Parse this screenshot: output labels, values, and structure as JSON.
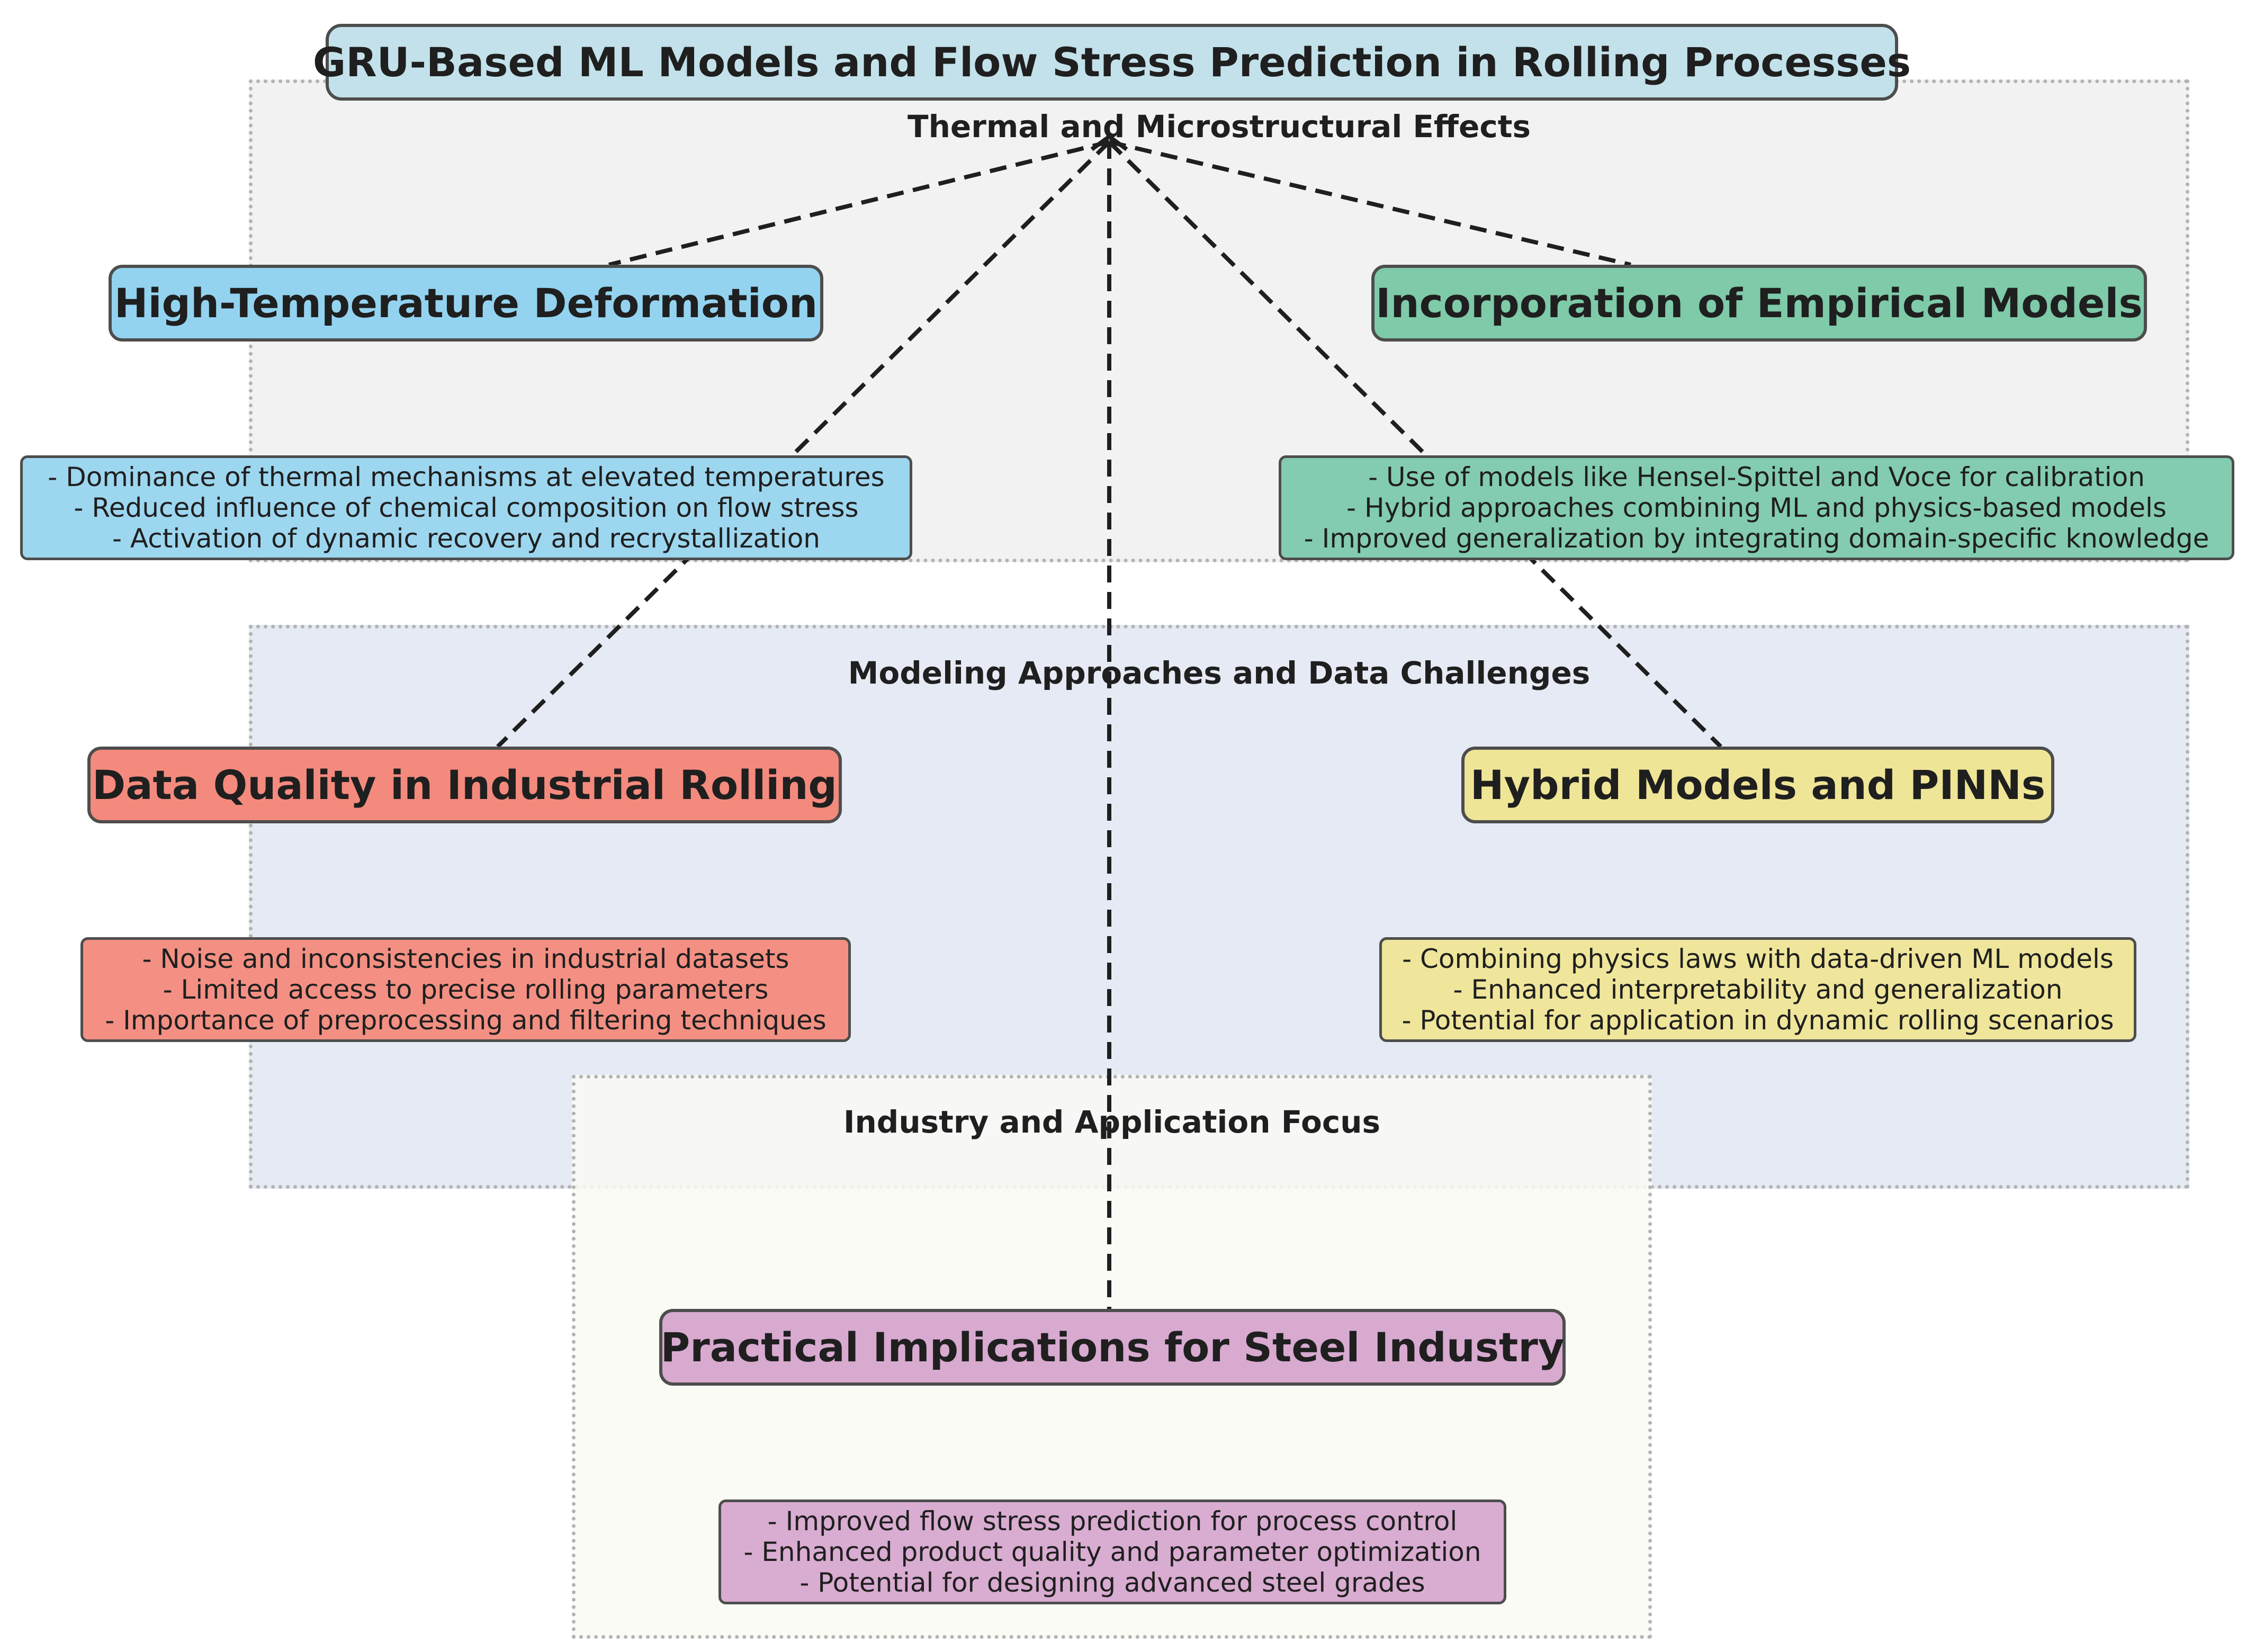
{
  "title": "GRU-Based ML Models and Flow Stress Prediction in Rolling Processes",
  "colors": {
    "title_fill": "#c3e1ea",
    "thermal_group_fill": "#f2f2f2",
    "modeling_group_fill": "#e5eaf4",
    "industry_group_fill": "#fafaf4",
    "high_temp": "#93d3f0",
    "empirical": "#7ecaa9",
    "data_quality": "#f48a7d",
    "hybrid": "#efe596",
    "practical": "#d8aad0"
  },
  "groups": {
    "thermal": "Thermal and Microstructural Effects",
    "modeling": "Modeling Approaches and Data Challenges",
    "industry": "Industry and Application Focus"
  },
  "nodes": {
    "high_temp": {
      "title": "High-Temperature Deformation",
      "details": [
        "- Dominance of thermal mechanisms at elevated temperatures",
        "- Reduced influence of chemical composition on flow stress",
        "- Activation of dynamic recovery and recrystallization"
      ]
    },
    "empirical": {
      "title": "Incorporation of Empirical Models",
      "details": [
        "- Use of models like Hensel-Spittel and Voce for calibration",
        "- Hybrid approaches combining ML and physics-based models",
        "- Improved generalization by integrating domain-specific knowledge"
      ]
    },
    "data_quality": {
      "title": "Data Quality in Industrial Rolling",
      "details": [
        "- Noise and inconsistencies in industrial datasets",
        "- Limited access to precise rolling parameters",
        "- Importance of preprocessing and filtering techniques"
      ]
    },
    "hybrid": {
      "title": "Hybrid Models and PINNs",
      "details": [
        "- Combining physics laws with data-driven ML models",
        "- Enhanced interpretability and generalization",
        "- Potential for application in dynamic rolling scenarios"
      ]
    },
    "practical": {
      "title": "Practical Implications for Steel Industry",
      "details": [
        "- Improved flow stress prediction for process control",
        "- Enhanced product quality and parameter optimization",
        "- Potential for designing advanced steel grades"
      ]
    }
  }
}
